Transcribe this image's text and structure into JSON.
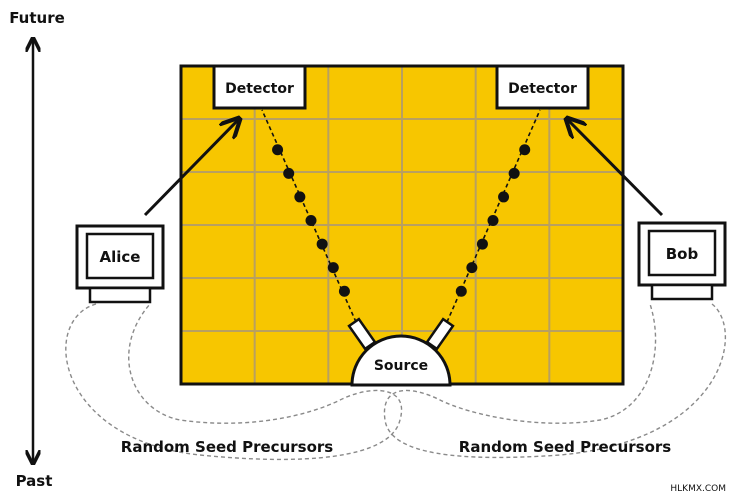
{
  "time_axis": {
    "top_label": "Future",
    "bottom_label": "Past"
  },
  "grid": {
    "fill_color": "#F7C600",
    "line_color": "#B8A060",
    "rows": 6,
    "cols": 6
  },
  "detectors": {
    "left_label": "Detector",
    "right_label": "Detector"
  },
  "source": {
    "label": "Source"
  },
  "computers": {
    "left_label": "Alice",
    "right_label": "Bob"
  },
  "seeds": {
    "left_label": "Random Seed Precursors",
    "right_label": "Random Seed Precursors"
  },
  "watermark": "HLKMX.COM",
  "icons": {
    "time_arrow": "double-headed-vertical-arrow",
    "photon_dot": "filled-circle"
  }
}
